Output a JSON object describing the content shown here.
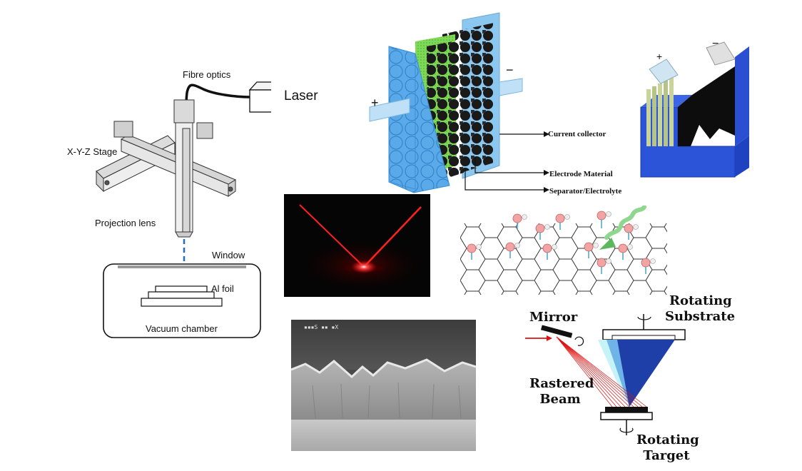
{
  "laser_setup": {
    "laser_label": "Laser",
    "fibre_label": "Fibre optics",
    "stage_label": "X-Y-Z Stage",
    "lens_label": "Projection lens",
    "window_label": "Window",
    "foil_label": "Al foil",
    "chamber_label": "Vacuum chamber"
  },
  "supercap": {
    "plus": "+",
    "minus": "−",
    "current_collector": "Current collector",
    "electrode_material": "Electrode Material",
    "separator": "Separator/Electrolyte"
  },
  "battery": {
    "plus": "+",
    "minus": "−"
  },
  "sem": {
    "header": "▪▪▪S ▪▪ ▪X"
  },
  "pld": {
    "mirror": "Mirror",
    "substrate_line1": "Rotating",
    "substrate_line2": "Substrate",
    "beam_line1": "Rastered",
    "beam_line2": "Beam",
    "target_line1": "Rotating",
    "target_line2": "Target"
  },
  "colors": {
    "supercap_blue": "#5aa9e8",
    "separator_green": "#7ed957",
    "battery_blue": "#2c54d8",
    "laser_red": "#ff2020",
    "plume_blue": "#1f3fa8"
  }
}
